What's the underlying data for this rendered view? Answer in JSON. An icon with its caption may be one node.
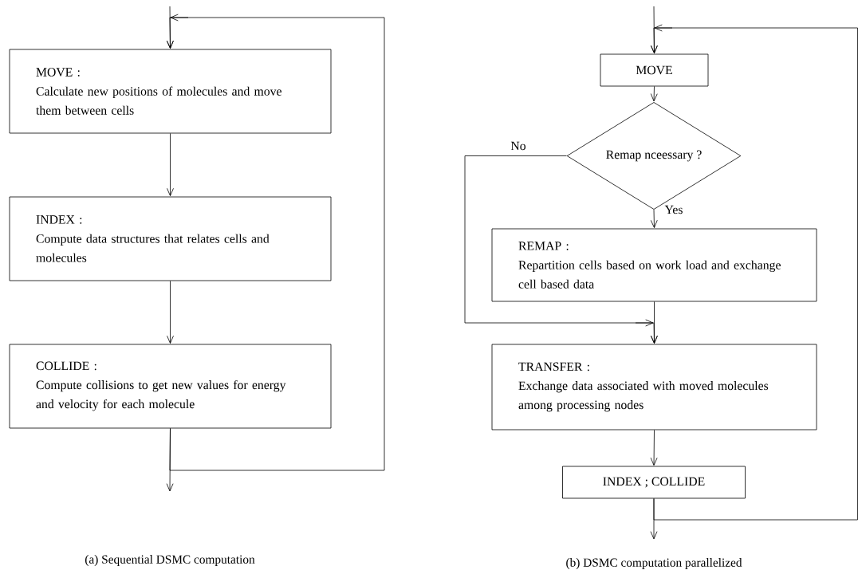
{
  "diagram": {
    "nodes": [
      {
        "text": [
          "MOVE :",
          "Calculate new positions of molecules and move them between cells"
        ]
      },
      {
        "text": [
          "INDEX :",
          "Compute data structures that relates cells and molecules"
        ]
      },
      {
        "text": [
          "COLLIDE :",
          "Compute collisions to get new values for energy and velocity for each molecule"
        ]
      },
      {
        "text": [
          "MOVE"
        ]
      },
      {
        "text": [
          "Remap nceessary ?"
        ]
      },
      {
        "text": [
          "REMAP :",
          "Repartition cells based on work load and exchange cell based data"
        ]
      },
      {
        "text": [
          "TRANSFER :",
          "Exchange data associated with moved molecules among processing nodes"
        ]
      },
      {
        "text": [
          "INDEX ; COLLIDE"
        ]
      }
    ],
    "edges": [
      {
        "from": null,
        "to": 0,
        "arrow": "to"
      },
      {
        "from": 0,
        "to": 1,
        "arrow": "to"
      },
      {
        "from": 1,
        "to": 2,
        "arrow": "to"
      },
      {
        "from": 2,
        "to": null,
        "arrow": "to"
      },
      {
        "from": 2,
        "to": 0,
        "arrow": "to"
      },
      {
        "from": null,
        "to": 3,
        "arrow": "to"
      },
      {
        "from": 3,
        "to": 4,
        "arrow": "to"
      },
      {
        "from": 4,
        "to": 5,
        "arrow": "to",
        "label": "Yes"
      },
      {
        "from": 4,
        "to": 6,
        "arrow": "to",
        "label": "No"
      },
      {
        "from": 5,
        "to": 6,
        "arrow": "to"
      },
      {
        "from": 6,
        "to": 7,
        "arrow": "to"
      },
      {
        "from": 7,
        "to": null,
        "arrow": "to"
      },
      {
        "from": 7,
        "to": 3,
        "arrow": "to"
      }
    ],
    "labels": [
      "(a) Sequential DSMC computation",
      "(b) DSMC computation parallelized"
    ]
  }
}
